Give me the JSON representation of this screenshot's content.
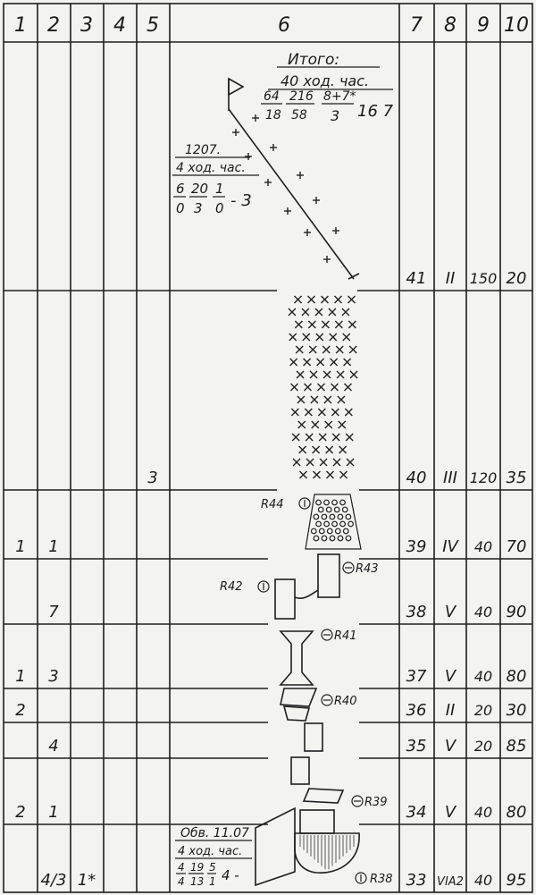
{
  "header": [
    "1",
    "2",
    "3",
    "4",
    "5",
    "6",
    "7",
    "8",
    "9",
    "10"
  ],
  "summary": {
    "title": "Итого:",
    "hours": "40 ход. час.",
    "fractions": [
      [
        "64",
        "18"
      ],
      [
        "216",
        "58"
      ],
      [
        "8+7*",
        "3"
      ]
    ],
    "tail": "16 7"
  },
  "well_note": {
    "title": "1207.",
    "hours": "4 ход. час.",
    "fractions": [
      [
        "6",
        "0"
      ],
      [
        "20",
        "3"
      ],
      [
        "1",
        "0"
      ]
    ],
    "tail": "- 3"
  },
  "bottom_note": {
    "title": "Обв. 11.07",
    "hours": "4 ход. час.",
    "fractions": [
      [
        "4",
        "4"
      ],
      [
        "19",
        "13"
      ],
      [
        "5",
        "1"
      ]
    ],
    "tail": "4 -"
  },
  "rows": [
    {
      "c1": "",
      "c2": "",
      "c3": "",
      "c5": "",
      "c7": "41",
      "c8": "II",
      "c9": "150",
      "c10": "20"
    },
    {
      "c1": "",
      "c2": "",
      "c3": "",
      "c5": "3",
      "c7": "40",
      "c8": "III",
      "c9": "120",
      "c10": "35"
    },
    {
      "c1": "1",
      "c2": "1",
      "c3": "",
      "c5": "",
      "c7": "39",
      "c8": "IV",
      "c9": "40",
      "c10": "70"
    },
    {
      "c1": "",
      "c2": "7",
      "c3": "",
      "c5": "",
      "c7": "38",
      "c8": "V",
      "c9": "40",
      "c10": "90"
    },
    {
      "c1": "1",
      "c2": "3",
      "c3": "",
      "c5": "",
      "c7": "37",
      "c8": "V",
      "c9": "40",
      "c10": "80"
    },
    {
      "c1": "2",
      "c2": "",
      "c3": "",
      "c5": "",
      "c7": "36",
      "c8": "II",
      "c9": "20",
      "c10": "30"
    },
    {
      "c1": "",
      "c2": "4",
      "c3": "",
      "c5": "",
      "c7": "35",
      "c8": "V",
      "c9": "20",
      "c10": "85"
    },
    {
      "c1": "2",
      "c2": "1",
      "c3": "",
      "c5": "",
      "c7": "34",
      "c8": "V",
      "c9": "40",
      "c10": "80"
    },
    {
      "c1": "",
      "c2": "4/3",
      "c3": "1*",
      "c5": "",
      "c7": "33",
      "c8": "VIA2",
      "c9": "40",
      "c10": "95"
    }
  ],
  "labels": {
    "r44": "R44",
    "r43": "R43",
    "r42": "R42",
    "r41": "R41",
    "r40": "R40",
    "r39": "R39",
    "r38": "R38"
  }
}
